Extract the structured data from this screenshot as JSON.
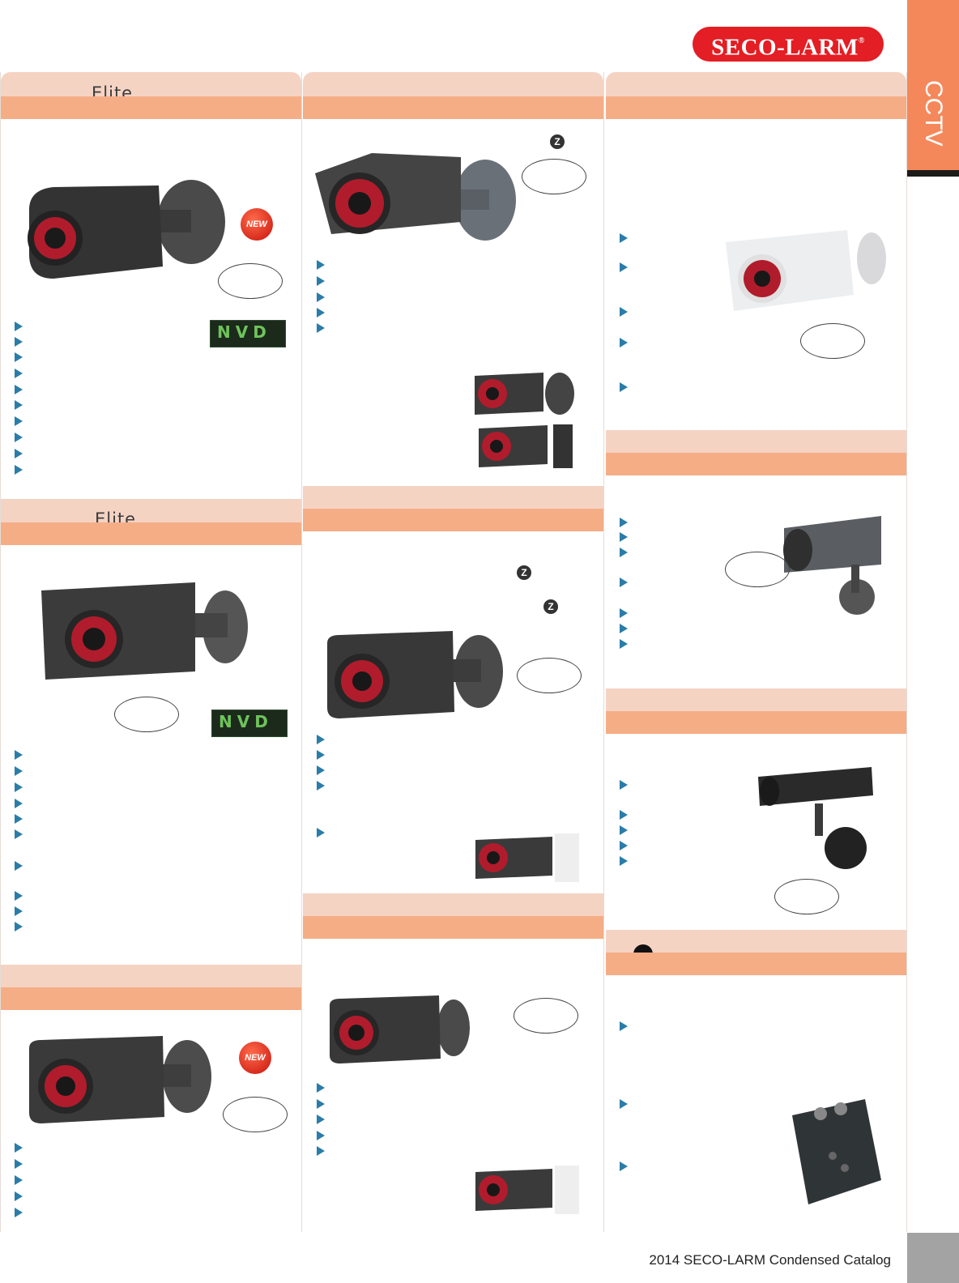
{
  "brand": {
    "logo": "SECO-LARM",
    "registered": "®"
  },
  "side_tab": {
    "label": "CCTV"
  },
  "footer": {
    "catalog": "2014 SECO-LARM Condensed Catalog"
  },
  "badges": {
    "new": "NEW",
    "nvd": "NVD",
    "elite": "Elite",
    "z": "Z"
  },
  "colors": {
    "brand_red": "#e31e24",
    "tab_orange": "#f4885a",
    "band_orange": "#f5ad86",
    "cap_peach": "#f5d3c3",
    "bullet_blue": "#2a7da8"
  },
  "product_images": {
    "col1_top": "infrared-bullet-camera-dark-body",
    "col1_mid": "nvd-bullet-camera-dark-body",
    "col1_bot": "bullet-camera-dark-body",
    "col2_top": "bullet-camera-with-sunshield",
    "col2_mid": "bullet-camera-dark-body",
    "col2_bot": "bullet-camera-dark-body",
    "col3_top": "white-bullet-camera",
    "col3_mid": "box-camera-with-bracket",
    "col3_low": "box-camera-with-bracket",
    "col3_bot": "camera-tester-device"
  }
}
